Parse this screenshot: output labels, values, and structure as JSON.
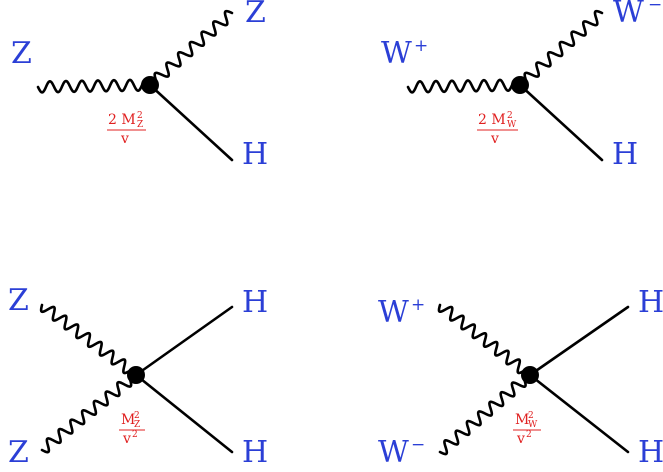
{
  "colors": {
    "particle": "#2b3fd6",
    "coupling": "#e02020",
    "line": "#000000"
  },
  "diagrams": [
    {
      "in_label": "Z",
      "in_sup": "",
      "out_label": "Z",
      "out_sup": "",
      "higgs_label": "H",
      "coupling": {
        "num_coef": "2",
        "num_sym": "M",
        "num_sub": "Z",
        "num_pow": "2",
        "den_sym": "v",
        "den_pow": ""
      }
    },
    {
      "in_label": "W",
      "in_sup": "+",
      "out_label": "W",
      "out_sup": "−",
      "higgs_label": "H",
      "coupling": {
        "num_coef": "2",
        "num_sym": "M",
        "num_sub": "W",
        "num_pow": "2",
        "den_sym": "v",
        "den_pow": ""
      }
    },
    {
      "top_label": "Z",
      "top_sup": "",
      "bottom_label": "Z",
      "bottom_sup": "",
      "higgs_top_label": "H",
      "higgs_bottom_label": "H",
      "coupling": {
        "num_sym": "M",
        "num_sub": "Z",
        "num_pow": "2",
        "den_sym": "v",
        "den_pow": "2"
      }
    },
    {
      "top_label": "W",
      "top_sup": "+",
      "bottom_label": "W",
      "bottom_sup": "−",
      "higgs_top_label": "H",
      "higgs_bottom_label": "H",
      "coupling": {
        "num_sym": "M",
        "num_sub": "W",
        "num_pow": "2",
        "den_sym": "v",
        "den_pow": "2"
      }
    }
  ]
}
